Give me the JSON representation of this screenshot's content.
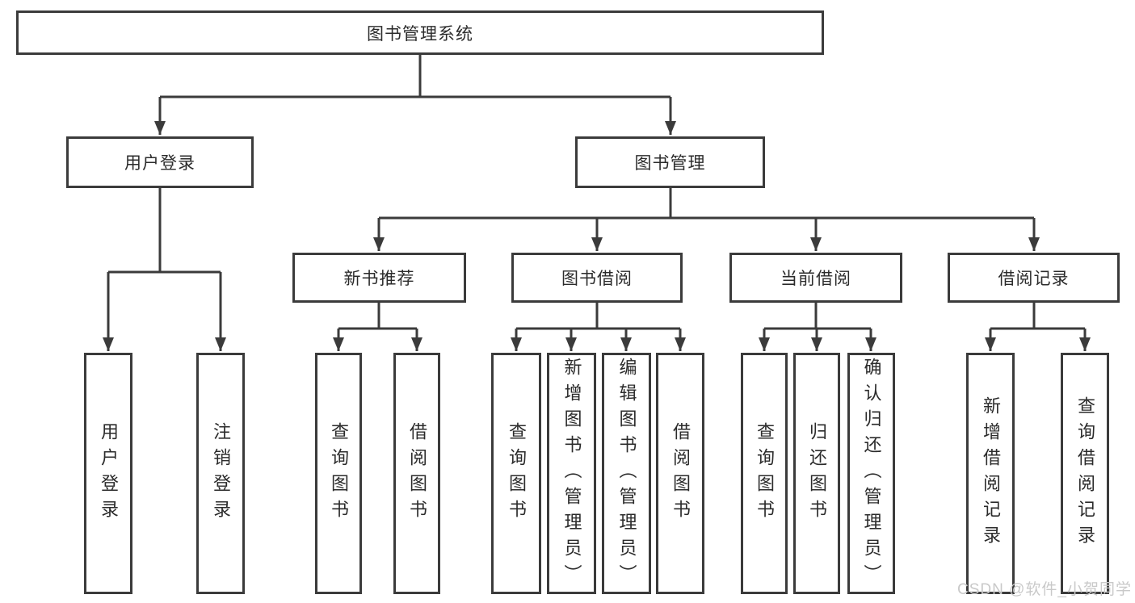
{
  "diagram": {
    "root": "图书管理系统",
    "children": [
      {
        "label": "用户登录",
        "children": [
          "用户登录",
          "注销登录"
        ]
      },
      {
        "label": "图书管理",
        "children": [
          {
            "label": "新书推荐",
            "children": [
              "查询图书",
              "借阅图书"
            ]
          },
          {
            "label": "图书借阅",
            "children": [
              "查询图书",
              "新增图书（管理员）",
              "编辑图书（管理员）",
              "借阅图书"
            ]
          },
          {
            "label": "当前借阅",
            "children": [
              "查询图书",
              "归还图书",
              "确认归还（管理员）"
            ]
          },
          {
            "label": "借阅记录",
            "children": [
              "新增借阅记录",
              "查询借阅记录"
            ]
          }
        ]
      }
    ]
  },
  "watermark": "CSDN @软件_小贺同学",
  "colors": {
    "line": "#3b3b3b",
    "box_border": "#3b3b3b",
    "text": "#2b2b2b",
    "watermark": "#c9c9c9",
    "background": "#ffffff"
  }
}
